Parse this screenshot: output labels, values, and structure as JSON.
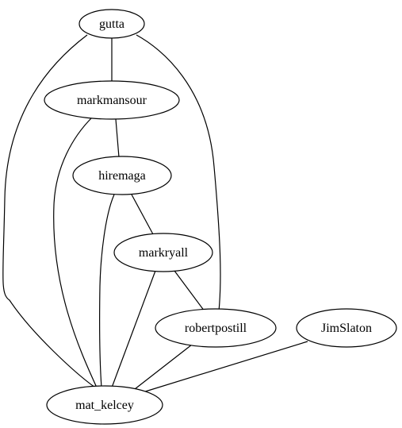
{
  "graph": {
    "nodes": [
      {
        "id": "gutta",
        "label": "gutta"
      },
      {
        "id": "markmansour",
        "label": "markmansour"
      },
      {
        "id": "hiremaga",
        "label": "hiremaga"
      },
      {
        "id": "markryall",
        "label": "markryall"
      },
      {
        "id": "robertpostill",
        "label": "robertpostill"
      },
      {
        "id": "JimSlaton",
        "label": "JimSlaton"
      },
      {
        "id": "mat_kelcey",
        "label": "mat_kelcey"
      }
    ],
    "edges": [
      [
        "gutta",
        "markmansour"
      ],
      [
        "gutta",
        "mat_kelcey"
      ],
      [
        "gutta",
        "robertpostill"
      ],
      [
        "markmansour",
        "hiremaga"
      ],
      [
        "markmansour",
        "mat_kelcey"
      ],
      [
        "hiremaga",
        "markryall"
      ],
      [
        "hiremaga",
        "mat_kelcey"
      ],
      [
        "markryall",
        "robertpostill"
      ],
      [
        "markryall",
        "mat_kelcey"
      ],
      [
        "robertpostill",
        "mat_kelcey"
      ],
      [
        "JimSlaton",
        "mat_kelcey"
      ]
    ]
  }
}
